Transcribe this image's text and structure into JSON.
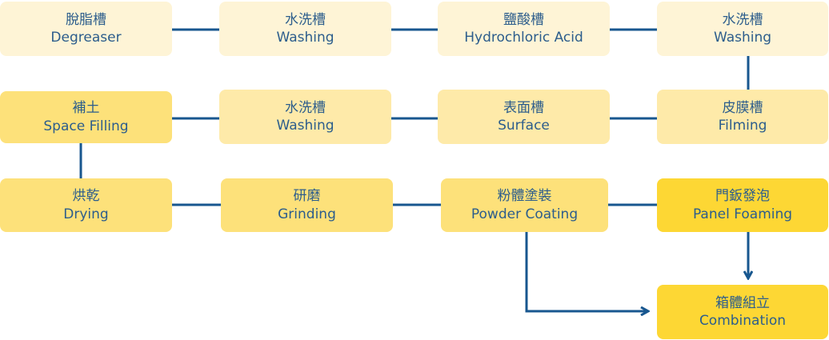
{
  "steps": {
    "degreaser": {
      "zh": "脫脂槽",
      "en": "Degreaser"
    },
    "washing1": {
      "zh": "水洗槽",
      "en": "Washing"
    },
    "hydrochloric": {
      "zh": "鹽酸槽",
      "en": "Hydrochloric Acid"
    },
    "washing2": {
      "zh": "水洗槽",
      "en": "Washing"
    },
    "filming": {
      "zh": "皮膜槽",
      "en": "Filming"
    },
    "surface": {
      "zh": "表面槽",
      "en": "Surface"
    },
    "washing3": {
      "zh": "水洗槽",
      "en": "Washing"
    },
    "space_filling": {
      "zh": "補土",
      "en": "Space Filling"
    },
    "drying": {
      "zh": "烘乾",
      "en": "Drying"
    },
    "grinding": {
      "zh": "研磨",
      "en": "Grinding"
    },
    "powder_coating": {
      "zh": "粉體塗裝",
      "en": "Powder Coating"
    },
    "panel_foaming": {
      "zh": "門鈑發泡",
      "en": "Panel Foaming"
    },
    "combination": {
      "zh": "箱體組立",
      "en": "Combination"
    }
  },
  "colors": {
    "connector": "#18578f",
    "stage1": "#fef4d6",
    "stage2": "#feeaa9",
    "stage3": "#fde17a",
    "stage4": "#fdd734",
    "text": "#2c5d8c"
  }
}
